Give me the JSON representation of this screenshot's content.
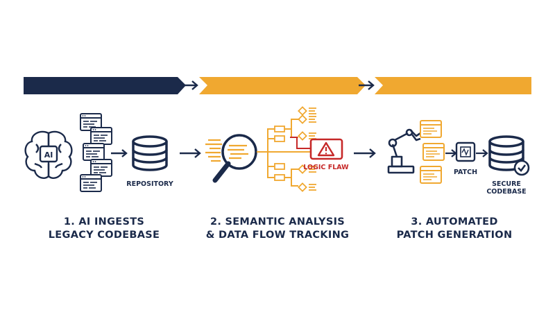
{
  "colors": {
    "navy": "#1b2a4a",
    "orange": "#f0a830",
    "red": "#c62828"
  },
  "steps": [
    {
      "title_line1": "1. AI INGESTS",
      "title_line2": "LEGACY CODEBASE",
      "bar_color": "navy"
    },
    {
      "title_line1": "2. SEMANTIC ANALYSIS",
      "title_line2": "& DATA FLOW TRACKING",
      "bar_color": "orange"
    },
    {
      "title_line1": "3. AUTOMATED",
      "title_line2": "PATCH GENERATION",
      "bar_color": "orange"
    }
  ],
  "labels": {
    "ai": "AI",
    "repository": "REPOSITORY",
    "logic_flaw": "LOGIC FLAW",
    "patch": "PATCH",
    "secure_line1": "SECURE",
    "secure_line2": "CODEBASE"
  },
  "icons": [
    "brain-icon",
    "code-document-icon",
    "database-icon",
    "magnifier-icon",
    "warning-icon",
    "robot-arm-icon",
    "chip-icon",
    "checkmark-icon"
  ]
}
